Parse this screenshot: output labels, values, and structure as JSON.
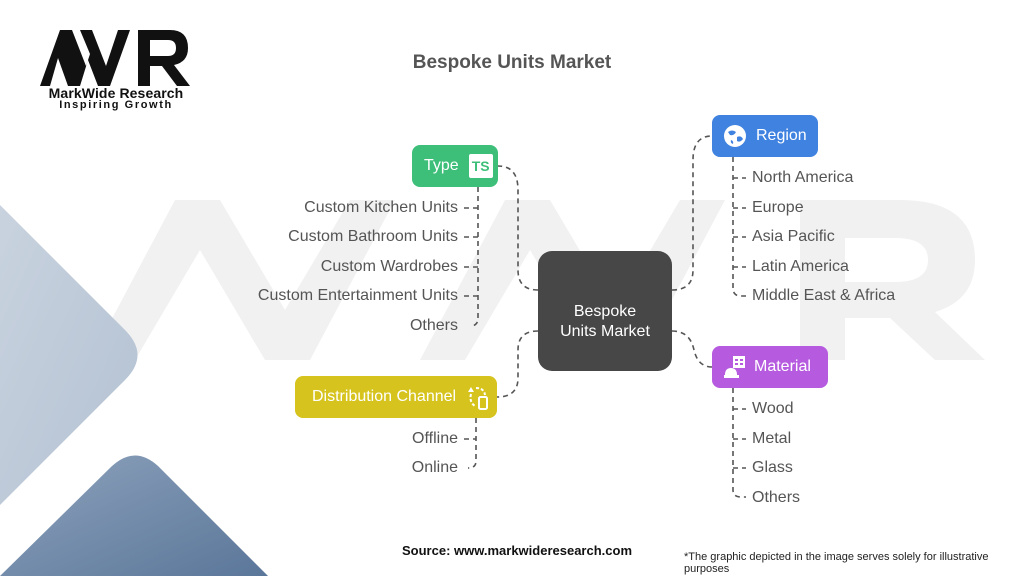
{
  "brand": {
    "logo_text": "MWR",
    "name": "MarkWide Research",
    "tagline": "Inspiring Growth"
  },
  "title": "Bespoke Units Market",
  "central_node": {
    "line1": "Bespoke",
    "line2": "Units Market"
  },
  "categories": {
    "type": {
      "label": "Type",
      "icon": "ts-badge-icon",
      "icon_text": "TS",
      "color": "#3dbf7a",
      "items": [
        "Custom Kitchen Units",
        "Custom Bathroom Units",
        "Custom Wardrobes",
        "Custom Entertainment Units",
        "Others"
      ]
    },
    "region": {
      "label": "Region",
      "icon": "globe-icon",
      "color": "#3f82e0",
      "items": [
        "North America",
        "Europe",
        "Asia Pacific",
        "Latin America",
        "Middle East & Africa"
      ]
    },
    "material": {
      "label": "Material",
      "icon": "construction-materials-icon",
      "color": "#b65ae0",
      "items": [
        "Wood",
        "Metal",
        "Glass",
        "Others"
      ]
    },
    "distribution_channel": {
      "label": "Distribution Channel",
      "icon": "channel-cycle-icon",
      "color": "#d6c31d",
      "items": [
        "Offline",
        "Online"
      ]
    }
  },
  "footer": {
    "source": "Source: www.markwideresearch.com",
    "note": "*The graphic depicted in the image serves solely for illustrative purposes"
  }
}
